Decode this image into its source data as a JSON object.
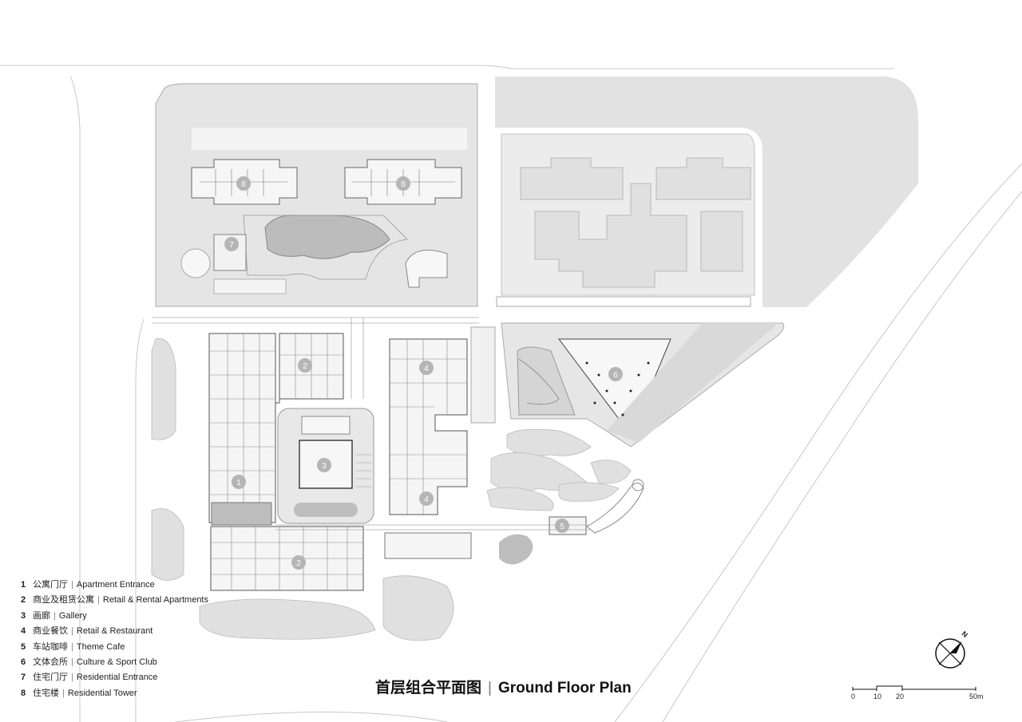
{
  "plan": {
    "title_cn": "首层组合平面图",
    "title_en": "Ground Floor Plan",
    "legend": [
      {
        "num": "1",
        "cn": "公寓门厅",
        "en": "Apartment Entrance"
      },
      {
        "num": "2",
        "cn": "商业及租赁公寓",
        "en": "Retail & Rental Apartments"
      },
      {
        "num": "3",
        "cn": "画廊",
        "en": "Gallery"
      },
      {
        "num": "4",
        "cn": "商业餐饮",
        "en": "Retail & Restaurant"
      },
      {
        "num": "5",
        "cn": "车站咖啡",
        "en": "Theme Cafe"
      },
      {
        "num": "6",
        "cn": "文体会所",
        "en": "Culture & Sport Club"
      },
      {
        "num": "7",
        "cn": "住宅门厅",
        "en": "Residential Entrance"
      },
      {
        "num": "8",
        "cn": "住宅楼",
        "en": "Residential Tower"
      }
    ],
    "markers": [
      "1",
      "2",
      "2",
      "3",
      "4",
      "4",
      "5",
      "6",
      "7",
      "8",
      "8"
    ],
    "scale": {
      "ticks": [
        "0",
        "10",
        "20",
        "50m"
      ]
    },
    "north": "N"
  },
  "colors": {
    "site": "#e3e3e3",
    "paving": "#bdbdbd",
    "line": "#555555",
    "marker": "#b5b5b5"
  }
}
